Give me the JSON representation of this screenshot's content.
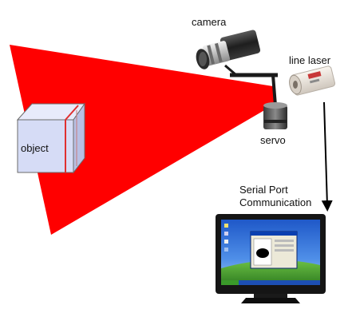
{
  "labels": {
    "camera": "camera",
    "line_laser": "line laser",
    "servo": "servo",
    "object": "object",
    "serial_line1": "Serial Port",
    "serial_line2": "Communication"
  },
  "colors": {
    "laser_fan": "#ff0000",
    "object_face": "#d6dcf6",
    "object_stripe": "#e03030",
    "monitor_frame": "#151515",
    "screen_sky": "#2f6fd8",
    "screen_grass": "#4fa73a",
    "camera_body": "#2a2a2a",
    "laser_body": "#e9e3dc",
    "arrow": "#000000"
  },
  "icons": {
    "camera": "camera-icon",
    "line_laser": "line-laser-icon",
    "servo": "servo-icon",
    "monitor": "monitor-icon"
  }
}
